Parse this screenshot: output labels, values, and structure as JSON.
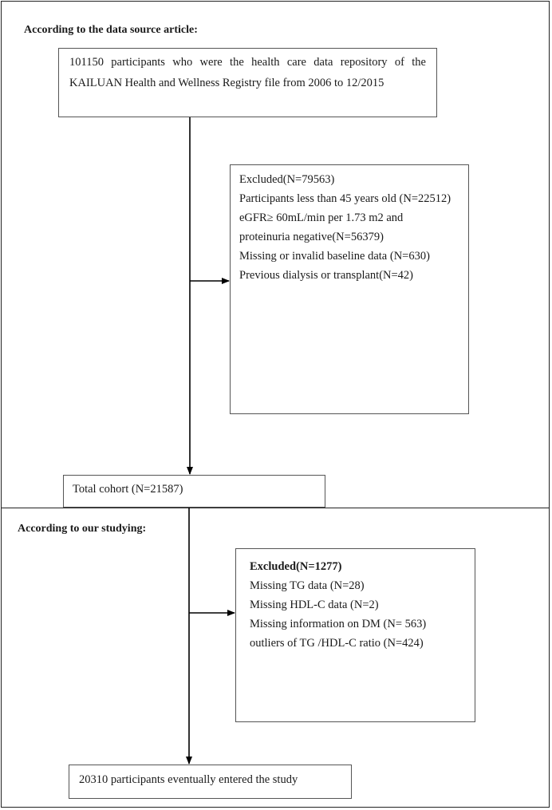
{
  "top_section": {
    "heading": "According to the data source article:",
    "source_box": {
      "lines": [
        "101150 participants who were the health care data repository of the",
        "KAILUAN Health and Wellness Registry file from 2006 to 12/2015"
      ]
    },
    "exclusion_box": {
      "title": "Excluded(N=79563)",
      "items": [
        "Participants less than 45 years old (N=22512)",
        "eGFR≥ 60mL/min per 1.73 m2 and",
        "proteinuria negative(N=56379)",
        "Missing or invalid baseline data (N=630)",
        "Previous dialysis or transplant(N=42)"
      ]
    },
    "result_box": {
      "text": "Total cohort (N=21587)"
    }
  },
  "bottom_section": {
    "heading": "According to our studying:",
    "exclusion_box": {
      "title": "Excluded(N=1277)",
      "items": [
        "Missing TG data (N=28)",
        "Missing HDL-C data (N=2)",
        "Missing information on DM (N= 563)",
        "outliers of TG /HDL-C ratio (N=424)"
      ]
    },
    "result_box": {
      "text": "20310 participants eventually entered the study"
    }
  },
  "colors": {
    "line": "#000000",
    "border": "#555555",
    "text": "#1a1a1a"
  }
}
